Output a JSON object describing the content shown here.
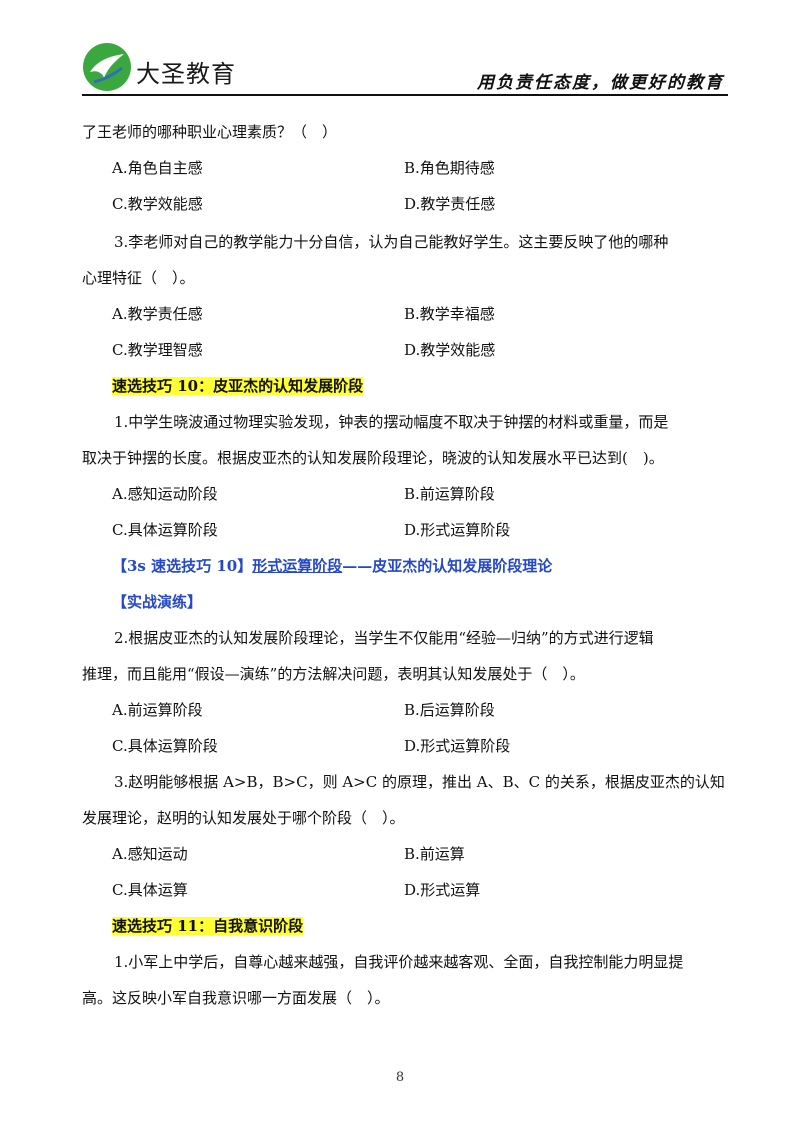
{
  "header": {
    "logo_text": "大圣教育",
    "slogan": "用负责任态度，做更好的教育"
  },
  "q_prev": {
    "stem_tail": "了王老师的哪种职业心理素质？（　）",
    "options": [
      "A.角色自主感",
      "B.角色期待感",
      "C.教学效能感",
      "D.教学责任感"
    ]
  },
  "q3a": {
    "stem_line1": "3.李老师对自己的教学能力十分自信，认为自己能教好学生。这主要反映了他的哪种",
    "stem_line2": "心理特征（　）。",
    "options": [
      "A.教学责任感",
      "B.教学幸福感",
      "C.教学理智感",
      "D.教学效能感"
    ]
  },
  "section10": {
    "title": "速选技巧 10：皮亚杰的认知发展阶段"
  },
  "q1b": {
    "stem_line1": "1.中学生晓波通过物理实验发现，钟表的摆动幅度不取决于钟摆的材料或重量，而是",
    "stem_line2": "取决于钟摆的长度。根据皮亚杰的认知发展阶段理论，晓波的认知发展水平已达到(　)。",
    "options": [
      "A.感知运动阶段",
      "B.前运算阶段",
      "C.具体运算阶段",
      "D.形式运算阶段"
    ]
  },
  "tip": {
    "prefix": "【3s 速选技巧 10】",
    "link": "形式运算阶段",
    "suffix": "——皮亚杰的认知发展阶段理论"
  },
  "practice": {
    "label": "【实战演练】"
  },
  "q2b": {
    "stem_line1": "2.根据皮亚杰的认知发展阶段理论，当学生不仅能用“经验—归纳”的方式进行逻辑",
    "stem_line2": "推理，而且能用“假设—演练”的方法解决问题，表明其认知发展处于（　）。",
    "options": [
      "A.前运算阶段",
      "B.后运算阶段",
      "C.具体运算阶段",
      "D.形式运算阶段"
    ]
  },
  "q3b": {
    "stem_line1": "3.赵明能够根据 A>B，B>C，则 A>C 的原理，推出 A、B、C 的关系，根据皮亚杰的认知",
    "stem_line2": "发展理论，赵明的认知发展处于哪个阶段（　）。",
    "options": [
      "A.感知运动",
      "B.前运算",
      "C.具体运算",
      "D.形式运算"
    ]
  },
  "section11": {
    "title": "速选技巧 11：自我意识阶段"
  },
  "q1c": {
    "stem_line1": "1.小军上中学后，自尊心越来越强，自我评价越来越客观、全面，自我控制能力明显提",
    "stem_line2": "高。这反映小军自我意识哪一方面发展（　）。"
  },
  "footer": {
    "page_number": "8"
  }
}
